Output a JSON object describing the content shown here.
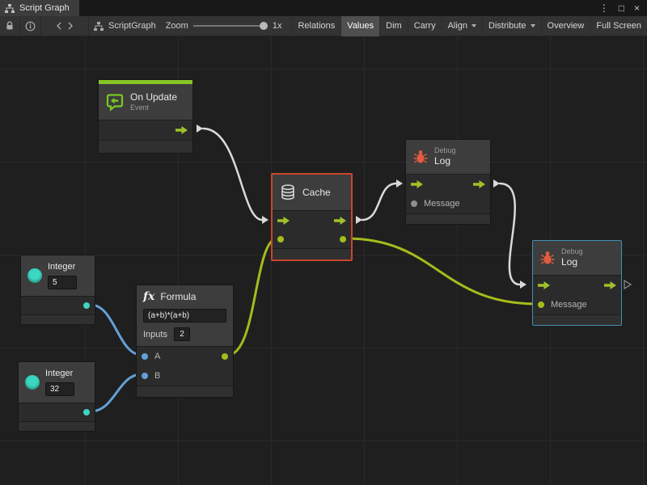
{
  "window": {
    "tab": "Script Graph"
  },
  "toolbar": {
    "graph_name": "ScriptGraph",
    "zoom_label": "Zoom",
    "zoom_value": "1x",
    "buttons": {
      "relations": "Relations",
      "values": "Values",
      "dim": "Dim",
      "carry": "Carry",
      "align": "Align",
      "distribute": "Distribute",
      "overview": "Overview",
      "fullscreen": "Full Screen"
    }
  },
  "graph": {
    "nodes": {
      "on_update": {
        "title": "On Update",
        "subtitle": "Event"
      },
      "cache": {
        "title": "Cache"
      },
      "debug_top": {
        "kind": "Debug",
        "title": "Log",
        "message_port": "Message"
      },
      "debug_bottom": {
        "kind": "Debug",
        "title": "Log",
        "message_port": "Message"
      },
      "integer_top": {
        "title": "Integer",
        "value": "5"
      },
      "integer_bottom": {
        "title": "Integer",
        "value": "32"
      },
      "formula": {
        "icon_text": "fx",
        "title": "Formula",
        "expression": "(a+b)*(a+b)",
        "inputs_label": "Inputs",
        "inputs_value": "2",
        "port_a": "A",
        "port_b": "B"
      }
    },
    "colors": {
      "flow_arrow_green": "#9fc22b",
      "wire_white": "#d9d9d9",
      "wire_green": "#a6bb1c",
      "wire_blue": "#64a0d8",
      "integer_teal": "#3cd6c3",
      "debug_bug_orange": "#e05b3f",
      "cache_highlight_border": "#c8452f",
      "selected_node_border": "#4090b4",
      "event_accent_green": "#86c427"
    },
    "icons": [
      "script-graph-icon",
      "lock-icon",
      "info-icon",
      "chevrons-icon",
      "kebab-menu-icon",
      "maximize-icon",
      "close-icon",
      "event-bubble-icon",
      "database-icon",
      "bug-icon",
      "integer-circle-icon",
      "fx-icon",
      "flow-arrow-icon"
    ]
  }
}
